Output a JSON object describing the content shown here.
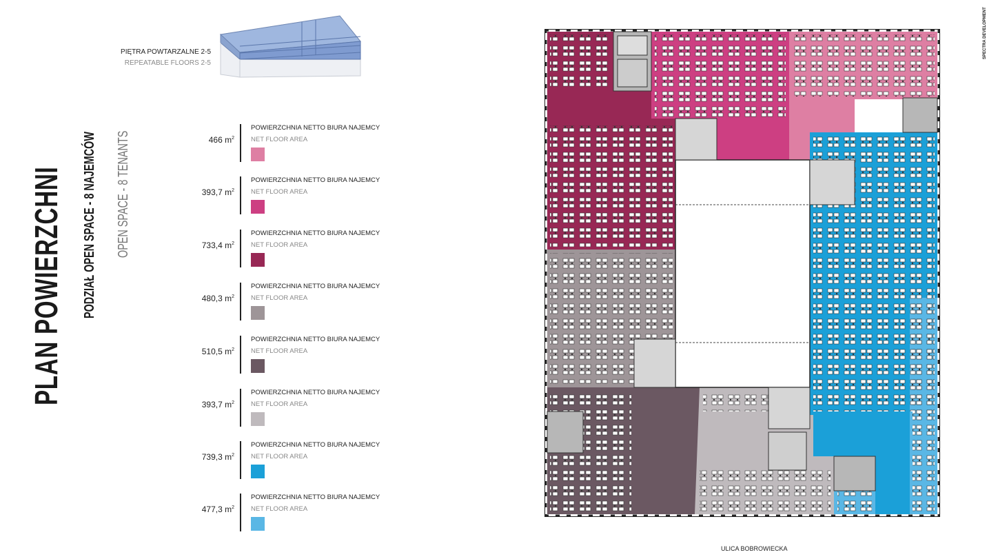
{
  "title": "PLAN POWIERZCHNI",
  "subtitle_pl": "PODZIAŁ OPEN SPACE - 8 NAJEMCÓW",
  "subtitle_en": "OPEN SPACE - 8 TENANTS",
  "building": {
    "label_pl": "PIĘTRA POWTARZALNE 2-5",
    "label_en": "REPEATABLE FLOORS 2-5",
    "icon": "building-floors-icon"
  },
  "area_unit": "m",
  "legend": [
    {
      "area": "466",
      "label_pl": "POWIERZCHNIA NETTO BIURA NAJEMCY",
      "label_en": "NET FLOOR AREA",
      "color": "#de7fa3"
    },
    {
      "area": "393,7",
      "label_pl": "POWIERZCHNIA NETTO BIURA NAJEMCY",
      "label_en": "NET FLOOR AREA",
      "color": "#cd3f82"
    },
    {
      "area": "733,4",
      "label_pl": "POWIERZCHNIA NETTO BIURA NAJEMCY",
      "label_en": "NET FLOOR AREA",
      "color": "#982855"
    },
    {
      "area": "480,3",
      "label_pl": "POWIERZCHNIA NETTO BIURA NAJEMCY",
      "label_en": "NET FLOOR AREA",
      "color": "#9e9598"
    },
    {
      "area": "510,5",
      "label_pl": "POWIERZCHNIA NETTO BIURA NAJEMCY",
      "label_en": "NET FLOOR AREA",
      "color": "#6b5862"
    },
    {
      "area": "393,7",
      "label_pl": "POWIERZCHNIA NETTO BIURA NAJEMCY",
      "label_en": "NET FLOOR AREA",
      "color": "#bfbabd"
    },
    {
      "area": "739,3",
      "label_pl": "POWIERZCHNIA NETTO BIURA NAJEMCY",
      "label_en": "NET FLOOR AREA",
      "color": "#1ba0d8"
    },
    {
      "area": "477,3",
      "label_pl": "POWIERZCHNIA NETTO BIURA NAJEMCY",
      "label_en": "NET FLOOR AREA",
      "color": "#5ab7e5"
    }
  ],
  "street": "ULICA BOBROWIECKA",
  "brand": "SPECTRA DEVELOPMENT"
}
